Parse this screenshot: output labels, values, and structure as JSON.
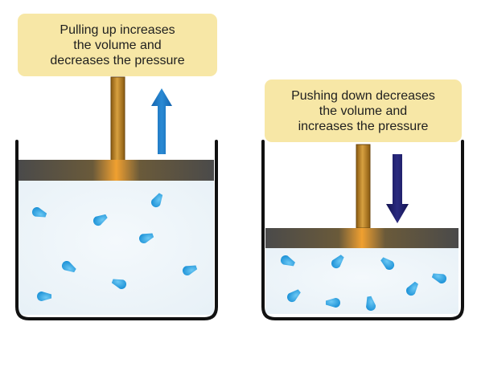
{
  "callouts": {
    "left": {
      "lines": [
        "Pulling up increases",
        "the volume and",
        "decreases the pressure"
      ]
    },
    "right": {
      "lines": [
        "Pushing down decreases",
        "the volume and",
        "increases the pressure"
      ]
    }
  },
  "colors": {
    "callout_fill": "#f7e7a6",
    "piston_plate": "#4f4f4f",
    "piston_highlight": "#f0a030",
    "rod": "#b07a20",
    "up_arrow": "#1878c4",
    "down_arrow": "#1c1c6a",
    "particle": "#1e9ee0",
    "container_outline": "#111111"
  },
  "icons": {
    "up_arrow": "arrow-up-icon",
    "down_arrow": "arrow-down-icon"
  }
}
